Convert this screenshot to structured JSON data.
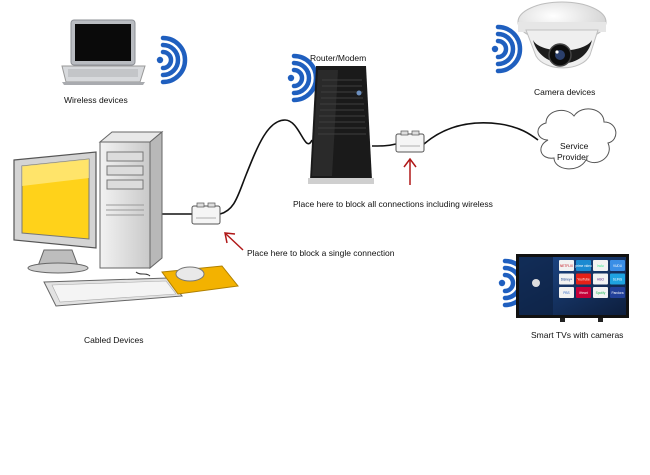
{
  "labels": {
    "wireless_devices": "Wireless devices",
    "router_modem": "Router/Modem",
    "camera_devices": "Camera devices",
    "service_provider_line1": "Service",
    "service_provider_line2": "Provider",
    "block_all": "Place here to block all connections including wireless",
    "block_single": "Place here to block a single connection",
    "cabled_devices": "Cabled Devices",
    "smart_tvs": "Smart TVs with cameras"
  },
  "tv_apps": [
    "NETFLIX",
    "prime video",
    "hulu",
    "VUDU",
    "Disney+",
    "YouTube",
    "HBO",
    "SLING",
    "PBS",
    "iHeart",
    "Spotify",
    "Pandora"
  ],
  "colors": {
    "wifi_blue": "#1f5fbf",
    "arrow_red": "#b01818",
    "cable": "#111111",
    "monitor_screen": "#ffd21a",
    "mousepad": "#f3b200",
    "router_body": "#1a1a1a"
  },
  "icons": [
    "wifi-icon",
    "laptop-icon",
    "router-icon",
    "security-camera-icon",
    "cloud-icon",
    "desktop-computer-icon",
    "smart-tv-icon",
    "blocker-device-icon",
    "arrow-icon"
  ]
}
